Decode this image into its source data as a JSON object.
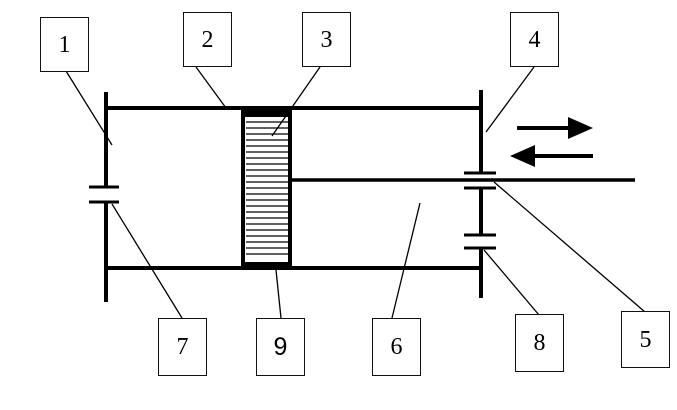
{
  "diagram": {
    "labels": {
      "label_1": "1",
      "label_2": "2",
      "label_3": "3",
      "label_4": "4",
      "label_5": "5",
      "label_6": "6",
      "label_7": "7",
      "label_8": "8",
      "label_9": "9"
    },
    "colors": {
      "line": "#000000",
      "background": "#ffffff"
    }
  }
}
